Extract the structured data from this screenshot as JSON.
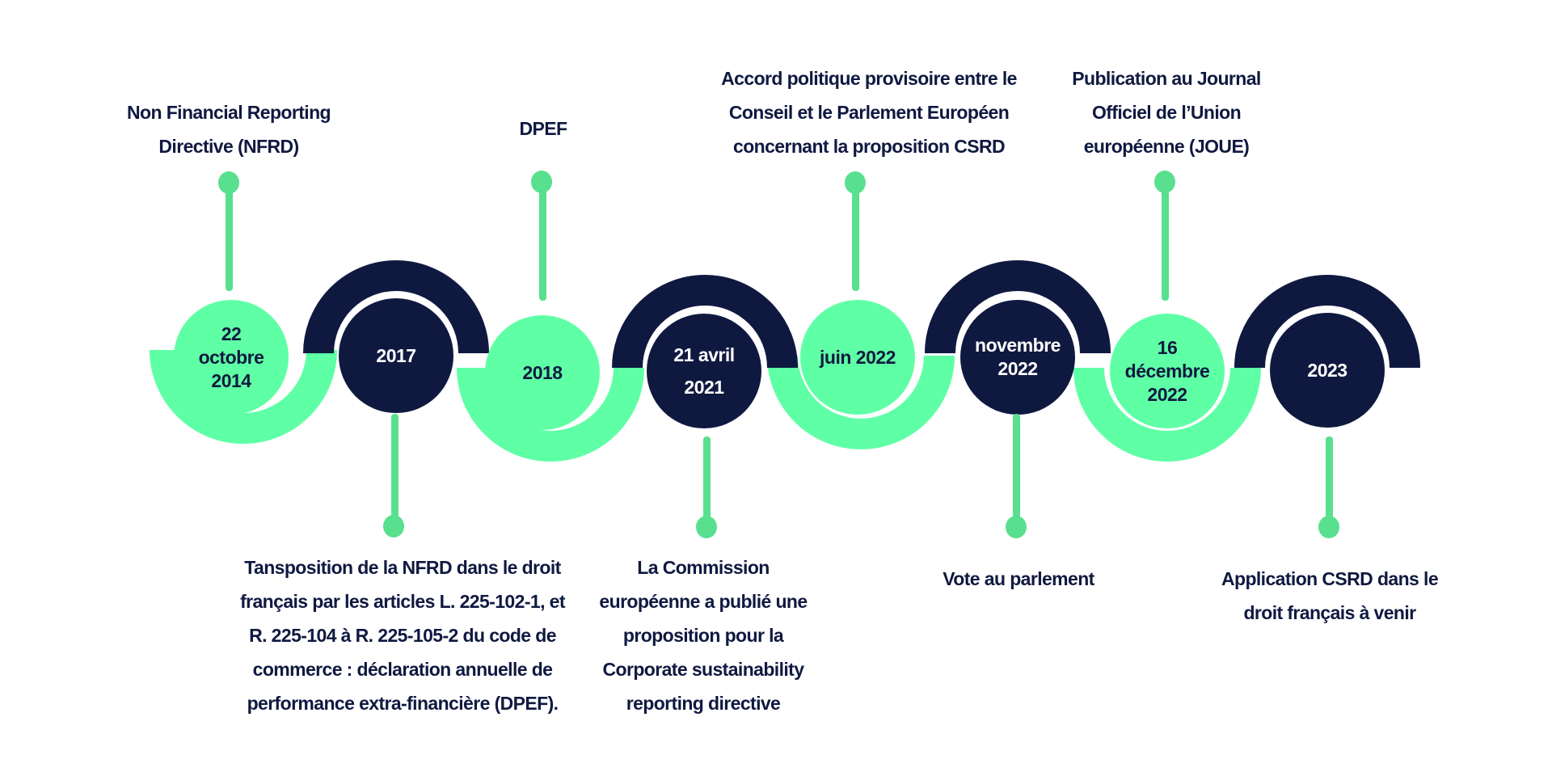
{
  "colors": {
    "green": "#5fffa6",
    "green_dark": "#58e08e",
    "navy": "#0f1940",
    "background": "#ffffff"
  },
  "milestones": [
    {
      "date": "22\noctobre\n2014",
      "circle_color": "green",
      "caption": "Non Financial Reporting\nDirective (NFRD)",
      "caption_position": "above"
    },
    {
      "date": "2017",
      "circle_color": "navy",
      "caption": "Tansposition de la NFRD dans le droit\nfrançais par les articles L. 225-102-1, et\nR. 225-104 à R. 225-105-2 du code de\ncommerce : déclaration annuelle de\nperformance extra-financière (DPEF).",
      "caption_position": "below"
    },
    {
      "date": "2018",
      "circle_color": "green",
      "caption": "DPEF",
      "caption_position": "above"
    },
    {
      "date": "21 avril\n2021",
      "circle_color": "navy",
      "caption": "La Commission\neuropéenne a publié une\nproposition pour la\nCorporate sustainability\nreporting directive",
      "caption_position": "below"
    },
    {
      "date": "juin 2022",
      "circle_color": "green",
      "caption": "Accord politique provisoire entre le\nConseil et le Parlement Européen\nconcernant la proposition CSRD",
      "caption_position": "above"
    },
    {
      "date": "novembre\n2022",
      "circle_color": "navy",
      "caption": "Vote au parlement",
      "caption_position": "below"
    },
    {
      "date": "16\ndécembre\n2022",
      "circle_color": "green",
      "caption": "Publication au Journal\nOfficiel de l’Union\neuropéenne (JOUE)",
      "caption_position": "above"
    },
    {
      "date": "2023",
      "circle_color": "navy",
      "caption": "Application CSRD dans le\ndroit français à venir",
      "caption_position": "below"
    }
  ]
}
